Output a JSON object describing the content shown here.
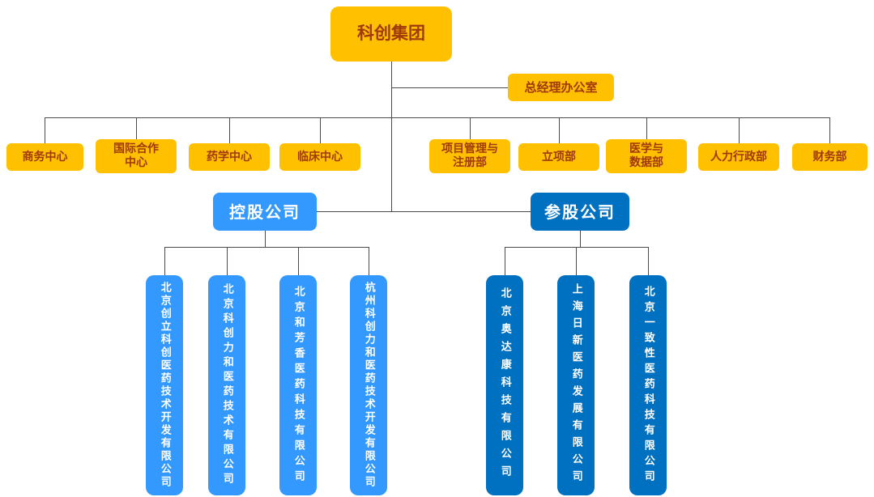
{
  "colors": {
    "yellow": "#FFC000",
    "yellow_text": "#A0390B",
    "light_blue": "#3399FF",
    "dark_blue": "#0070C0",
    "line": "#4a4a4a"
  },
  "root": {
    "label": "科创集团"
  },
  "gm_office": {
    "label": "总经理办公室"
  },
  "departments": [
    {
      "label": "商务中心"
    },
    {
      "label": "国际合作\n中心"
    },
    {
      "label": "药学中心"
    },
    {
      "label": "临床中心"
    },
    {
      "label": "项目管理与\n注册部"
    },
    {
      "label": "立项部"
    },
    {
      "label": "医学与\n数据部"
    },
    {
      "label": "人力行政部"
    },
    {
      "label": "财务部"
    }
  ],
  "holding": {
    "label": "控股公司",
    "companies": [
      {
        "name": "北京创立科创医药技术开发有限公司"
      },
      {
        "name": "北京科创力和医药技术有限公司"
      },
      {
        "name": "北京和芳香医药科技有限公司"
      },
      {
        "name": "杭州科创力和医药技术开发有限公司"
      }
    ]
  },
  "participating": {
    "label": "参股公司",
    "companies": [
      {
        "name": "北京奥达康科技有限公司"
      },
      {
        "name": "上海日新医药发展有限公司"
      },
      {
        "name": "北京一致性医药科技有限公司"
      }
    ]
  }
}
